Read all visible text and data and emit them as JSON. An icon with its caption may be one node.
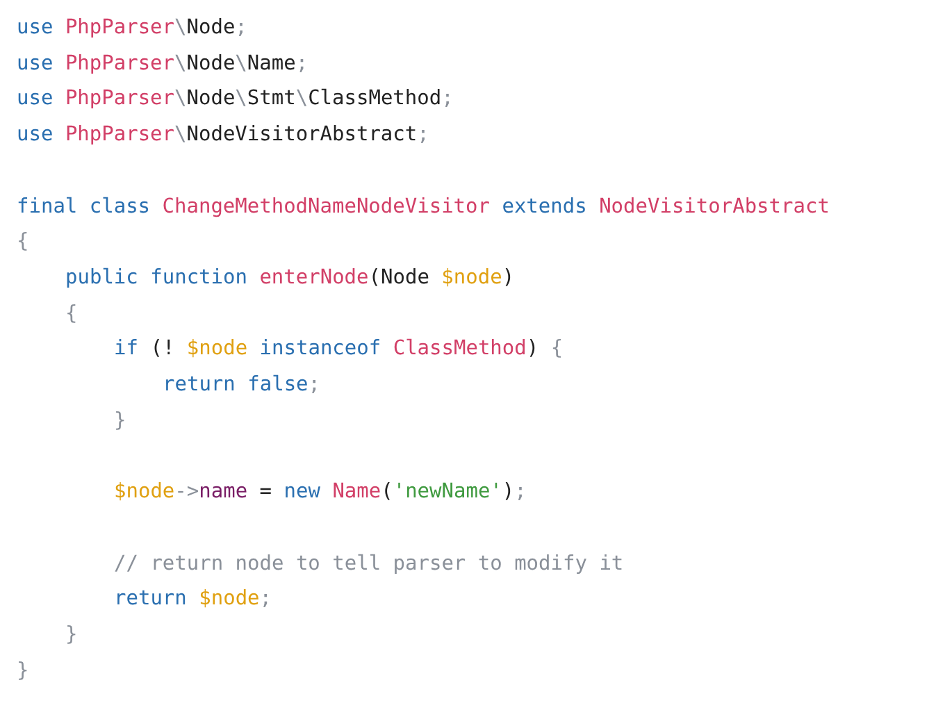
{
  "diagram": {
    "labels": [
      "use PhpParser\\Node;",
      "use PhpParser\\Node\\Name;",
      "use PhpParser\\Node\\Stmt\\ClassMethod;",
      "use PhpParser\\NodeVisitorAbstract;",
      "final class ChangeMethodNameNodeVisitor extends NodeVisitorAbstract",
      "{",
      "public function enterNode(Node $node)",
      "{",
      "if (! $node instanceof ClassMethod) {",
      "return false;",
      "}",
      "$node->name = new Name('newName');",
      "// return node to tell parser to modify it",
      "return $node;",
      "}",
      "}"
    ]
  }
}
